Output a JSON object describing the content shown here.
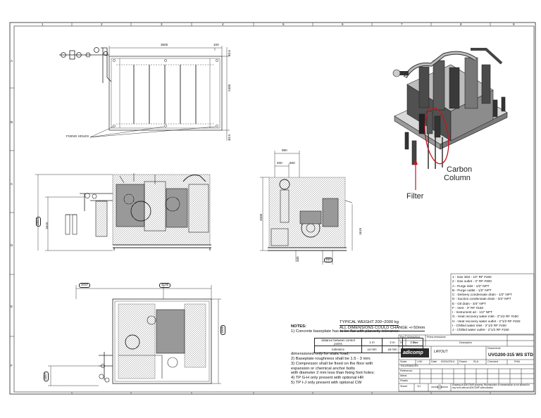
{
  "column_markers": [
    "1",
    "2",
    "3",
    "4",
    "5",
    "6",
    "7",
    "8",
    "9"
  ],
  "row_markers": [
    "A",
    "B",
    "C",
    "D",
    "E",
    "F"
  ],
  "top_view": {
    "dims": {
      "length": "3600",
      "offset": "100",
      "width": "2400",
      "d1": "40.5",
      "d2": "40.5"
    },
    "label_fixing_holes": "FIXING HOLES"
  },
  "front_view": {
    "dims": {
      "height": "2554",
      "height2": "1615"
    }
  },
  "side_view": {
    "dims": {
      "width": "990",
      "w1": "400",
      "w2": "500",
      "height": "2000",
      "height2": "1615",
      "bottom": "345",
      "bottom2": "450"
    }
  },
  "plan_view": {
    "dims": {
      "left": "2037",
      "right": "4100",
      "side": "1500",
      "bottom": "1657"
    }
  },
  "callouts": {
    "filter": "Filter",
    "carbon_line1": "Carbon",
    "carbon_line2": "Column"
  },
  "notes": {
    "title": "NOTES:",
    "overlay_line1": "TYPICAL WEIGHT 200~2000 kg",
    "overlay_line2": "ALL DIMENSIONS COULD CHANGE +/-50mm",
    "lines": [
      "1) Concrete baseplate has to be flat with planarity tolerance:",
      "dimensioned only for static load;",
      "2) Baseplate roughness shall be 1.5 - 3 mm;",
      "3) Compressor shall be fixed on the floor with",
      "   expansion or chemical anchor bolts",
      "   with diameter 2 mm less than fixing foot holes;",
      "4) TP G-H only present with optional HR",
      "5) TP I-J only present with optional CW"
    ],
    "tolerance_table": [
      [
        "distance between control points",
        "1 m",
        "2 m",
        "4 m"
      ],
      [
        "tolerance",
        "±4 mm",
        "±6 mm",
        "±8 mm"
      ]
    ]
  },
  "legend": [
    "1 - Gas inlet - 10\" RF #150",
    "2 - Gas outlet - 3\" RF #300",
    "A - Purge inlet - 1/2\" NPT",
    "B - Purge outlet - 1/2\" NPT",
    "C - Delivery condensate drain - 1/2\" NPT",
    "D - Suction condensate drain - 3/4\" NPT",
    "E - Oil drain - 3/4\" NPT",
    "F - Vent - 3\" RF #150",
    "I - Instrument air - 1/2\" NPT",
    "G - Heat recovery water inlet - 2\"1/2 RF #150",
    "H - Heat recovery water outlet - 2\"1/2 RF #150",
    "I - Chilled water inlet - 2\"1/2 RF #150",
    "J - Chilled water outlet - 2\"1/2 RF #150"
  ],
  "title_block": {
    "rev_labels": [
      "Rev",
      "Date",
      "Description"
    ],
    "rev_rows": [
      [
        "00",
        "02/04/2014",
        "Prima emissione"
      ]
    ],
    "company": "adicomp",
    "drawing_code": "UVG200-315 WS STD",
    "drawing_desc": "LAYOUT",
    "drawing_desc_head": "Descrizione",
    "scale_label": "Scale",
    "scale_value": "1:50",
    "date_label": "Date",
    "date_value": "02/04/2014",
    "drawn_label": "Drawn",
    "drawn_value": "SLA",
    "checked_label": "Checked",
    "checked_value": "FMU",
    "tol_header": "TOLERANCES",
    "tol_rows": [
      "Reference",
      "Metal",
      "Plastic"
    ],
    "sheet_label": "Sheet",
    "sheet_value": "1/1",
    "disclaimer": "Drawing of ADICOMP property. Reproduction or transmission is not allowed in any form without ADICOMP authorization"
  }
}
